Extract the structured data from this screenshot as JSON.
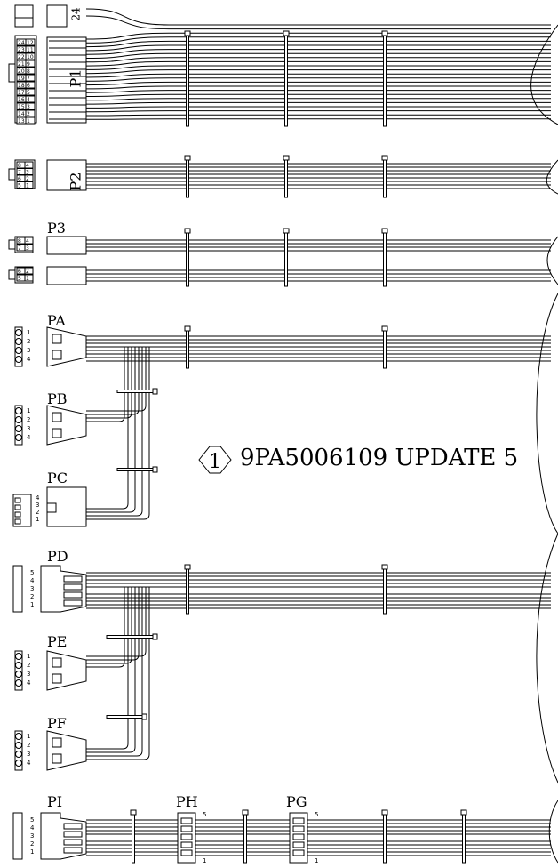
{
  "labels": {
    "top_conn": "24",
    "p1": "P1",
    "p2": "P2",
    "p3": "P3",
    "pa": "PA",
    "pb": "PB",
    "pc": "PC",
    "pd": "PD",
    "pe": "PE",
    "pf": "PF",
    "pi": "PI",
    "ph": "PH",
    "pg": "PG"
  },
  "revision": {
    "marker": "1",
    "text": "9PA5006109 UPDATE 5"
  },
  "pins": {
    "molex": [
      "1",
      "2",
      "3",
      "4"
    ],
    "pc": [
      "4",
      "3",
      "2",
      "1"
    ],
    "sata": [
      "5",
      "4",
      "3",
      "2",
      "1"
    ],
    "sata_inline_top": "5",
    "sata_inline_bottom": "1",
    "p1_left": [
      "24",
      "23",
      "22",
      "21",
      "20",
      "19",
      "18",
      "17",
      "16",
      "15",
      "14",
      "13"
    ],
    "p1_right": [
      "12",
      "11",
      "10",
      "9",
      "8",
      "7",
      "6",
      "5",
      "4",
      "3",
      "2",
      "1"
    ],
    "p2_left": [
      "8",
      "7",
      "6",
      "5"
    ],
    "p2_right": [
      "4",
      "3",
      "2",
      "1"
    ],
    "p3_a_left": [
      "8",
      "7"
    ],
    "p3_a_right": [
      "4",
      "3"
    ],
    "p3_b_left": [
      "6",
      "5"
    ],
    "p3_b_right": [
      "2",
      "1"
    ]
  }
}
